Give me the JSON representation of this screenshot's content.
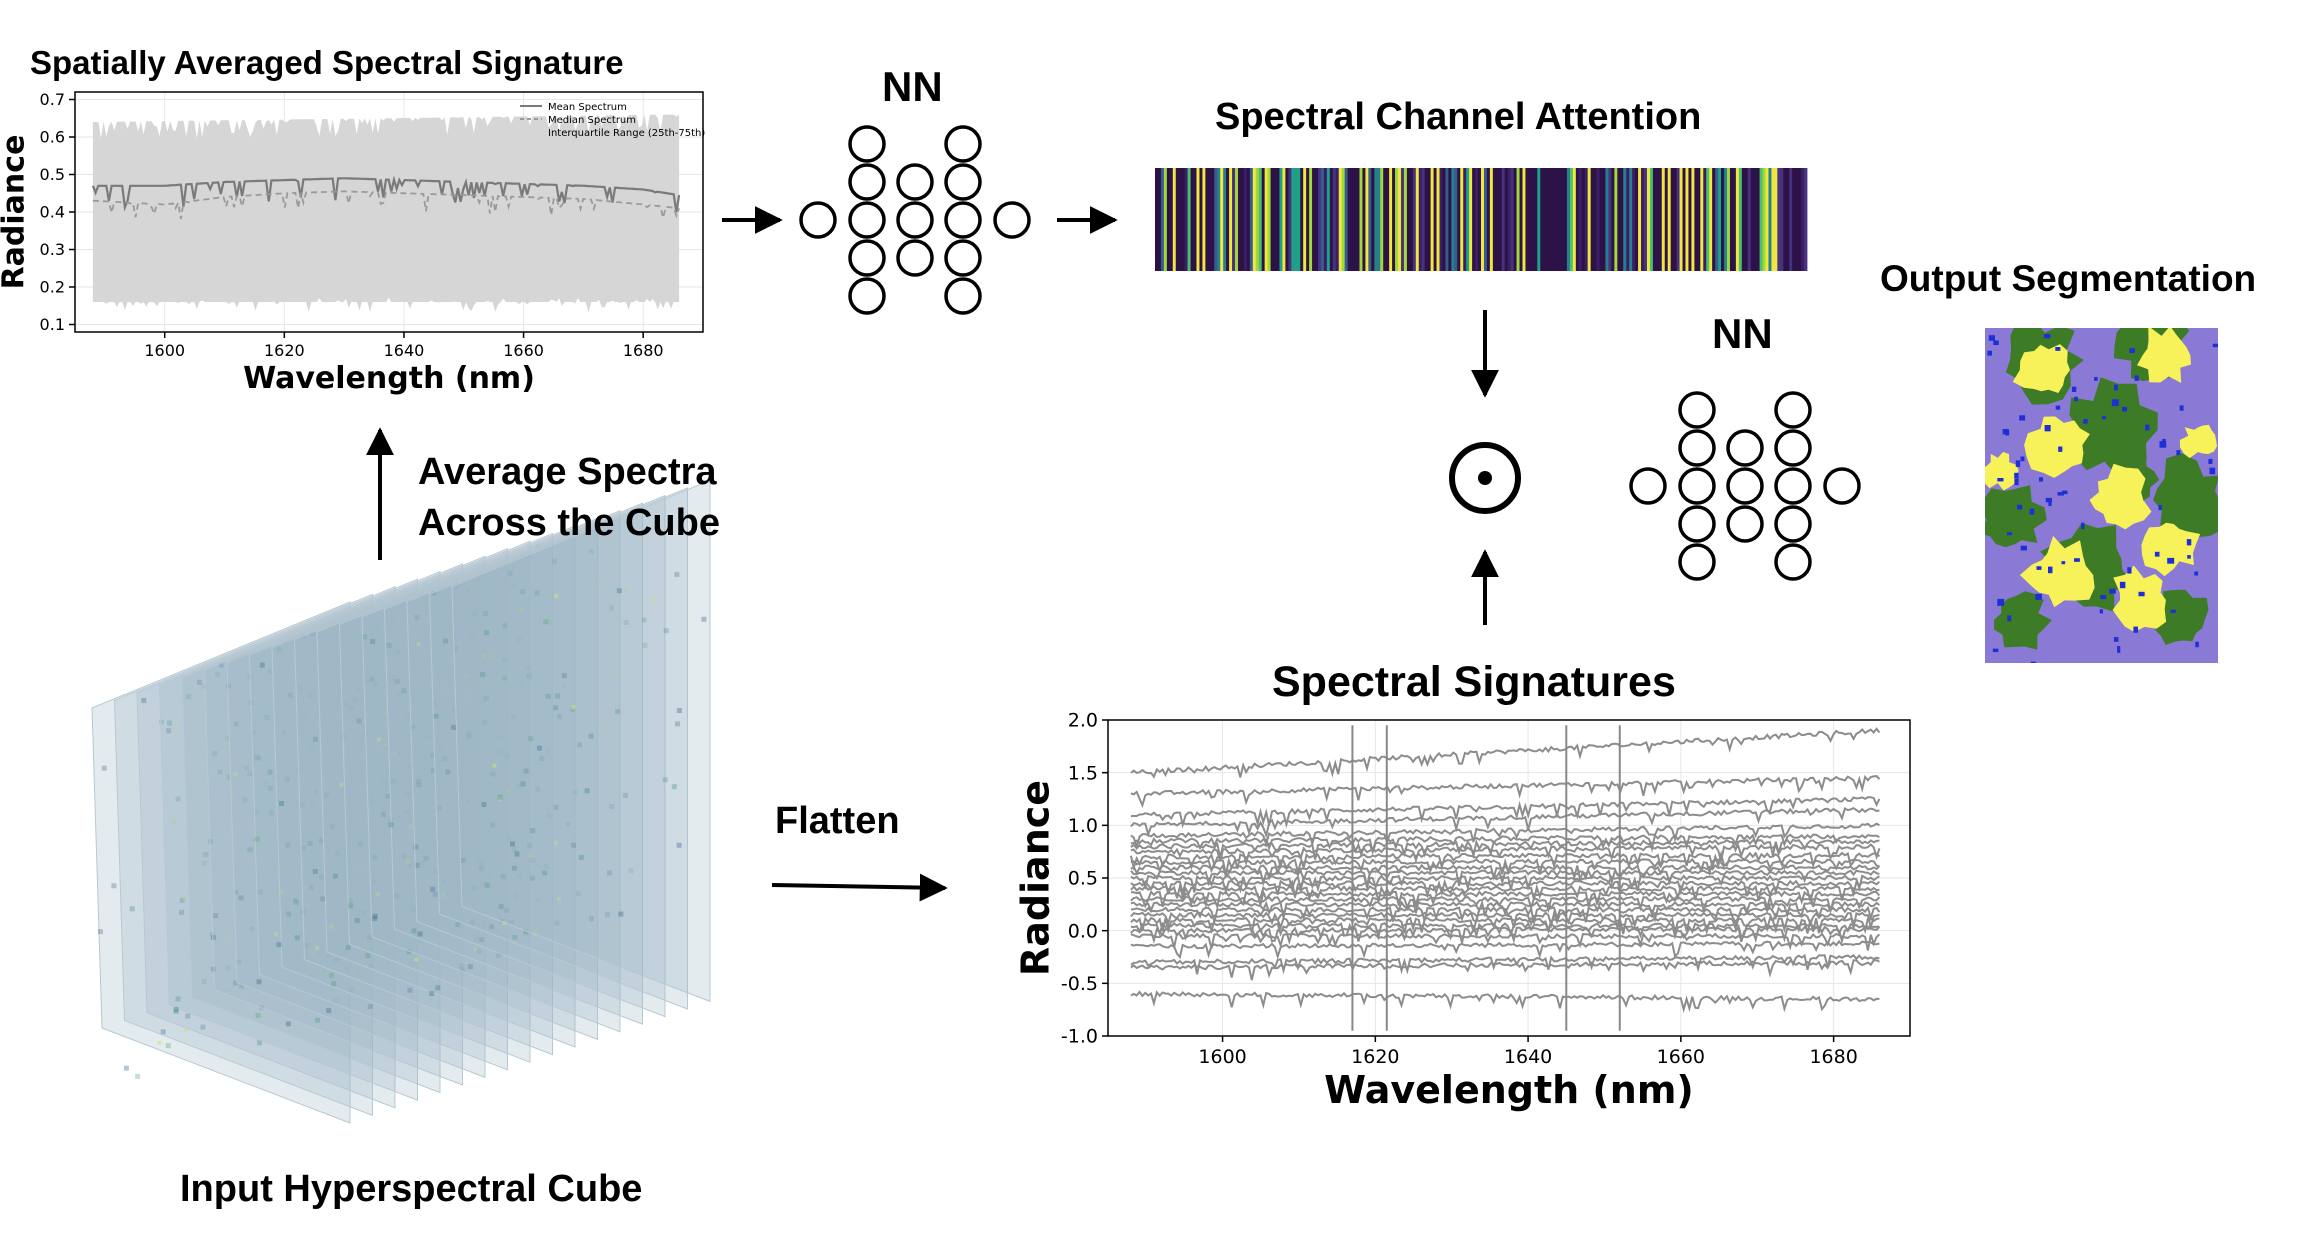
{
  "labels": {
    "top_chart_title": "Spatially Averaged Spectral Signature",
    "nn_top": "NN",
    "attention_title": "Spectral Channel Attention",
    "output_title": "Output Segmentation",
    "nn_bottom": "NN",
    "average_line1": "Average Spectra",
    "average_line2": "Across the Cube",
    "flatten": "Flatten",
    "signatures_title": "Spectral Signatures",
    "cube_title": "Input Hyperspectral Cube",
    "operator_symbol": "⊙"
  },
  "colors": {
    "gray_line": "#8c8c8c",
    "iqr_fill": "#d6d6d6",
    "attention_dark": "#2d1248",
    "attention_yellow": "#f2e640",
    "segmentation_purple": "#8a7ad6",
    "segmentation_yellow": "#f7f25a",
    "segmentation_green": "#3d7b26",
    "segmentation_blue": "#1e2fd6"
  },
  "chart_data": [
    {
      "type": "area",
      "title": "Spatially Averaged Spectral Signature",
      "xlabel": "Wavelength (nm)",
      "ylabel": "Radiance",
      "xlim": [
        1585,
        1690
      ],
      "ylim": [
        0.08,
        0.72
      ],
      "x_ticks": [
        1600,
        1620,
        1640,
        1660,
        1680
      ],
      "y_ticks": [
        0.1,
        0.2,
        0.3,
        0.4,
        0.5,
        0.6,
        0.7
      ],
      "grid": true,
      "legend_position": "top-right",
      "legend": [
        "Mean Spectrum",
        "Median Spectrum",
        "Interquartile Range (25th-75th)"
      ],
      "series": [
        {
          "name": "Mean Spectrum",
          "x": [
            1588,
            1600,
            1610,
            1620,
            1630,
            1640,
            1650,
            1660,
            1670,
            1680,
            1686
          ],
          "values": [
            0.47,
            0.47,
            0.48,
            0.485,
            0.49,
            0.485,
            0.48,
            0.475,
            0.47,
            0.46,
            0.445
          ]
        },
        {
          "name": "Median Spectrum",
          "x": [
            1588,
            1600,
            1610,
            1620,
            1630,
            1640,
            1650,
            1660,
            1670,
            1680,
            1686
          ],
          "values": [
            0.43,
            0.42,
            0.44,
            0.45,
            0.455,
            0.45,
            0.445,
            0.44,
            0.435,
            0.42,
            0.41
          ]
        },
        {
          "name": "Interquartile Range (25th-75th)",
          "x": [
            1588,
            1686
          ],
          "upper": [
            0.64,
            0.66
          ],
          "lower": [
            0.16,
            0.16
          ]
        }
      ]
    },
    {
      "type": "line",
      "title": "Spectral Signatures",
      "xlabel": "Wavelength (nm)",
      "ylabel": "Radiance",
      "xlim": [
        1585,
        1690
      ],
      "ylim": [
        -1.0,
        2.0
      ],
      "x_ticks": [
        1600,
        1620,
        1640,
        1660,
        1680
      ],
      "y_ticks": [
        -1.0,
        -0.5,
        0.0,
        0.5,
        1.0,
        1.5,
        2.0
      ],
      "grid": true,
      "x": [
        1588,
        1686
      ],
      "series": [
        {
          "start": 1.5,
          "end": 1.9
        },
        {
          "start": 1.3,
          "end": 1.45
        },
        {
          "start": 1.1,
          "end": 1.25
        },
        {
          "start": 1.0,
          "end": 1.15
        },
        {
          "start": 0.9,
          "end": 1.0
        },
        {
          "start": 0.85,
          "end": 0.9
        },
        {
          "start": 0.8,
          "end": 0.85
        },
        {
          "start": 0.75,
          "end": 0.8
        },
        {
          "start": 0.7,
          "end": 0.72
        },
        {
          "start": 0.65,
          "end": 0.66
        },
        {
          "start": 0.6,
          "end": 0.6
        },
        {
          "start": 0.55,
          "end": 0.55
        },
        {
          "start": 0.5,
          "end": 0.5
        },
        {
          "start": 0.45,
          "end": 0.45
        },
        {
          "start": 0.4,
          "end": 0.4
        },
        {
          "start": 0.35,
          "end": 0.35
        },
        {
          "start": 0.3,
          "end": 0.3
        },
        {
          "start": 0.25,
          "end": 0.25
        },
        {
          "start": 0.2,
          "end": 0.2
        },
        {
          "start": 0.15,
          "end": 0.15
        },
        {
          "start": 0.1,
          "end": 0.1
        },
        {
          "start": 0.05,
          "end": 0.05
        },
        {
          "start": 0.0,
          "end": 0.02
        },
        {
          "start": -0.05,
          "end": -0.05
        },
        {
          "start": -0.15,
          "end": -0.12
        },
        {
          "start": -0.3,
          "end": -0.25
        },
        {
          "start": -0.35,
          "end": -0.3
        },
        {
          "start": -0.6,
          "end": -0.65
        }
      ]
    },
    {
      "type": "heatmap",
      "title": "Spectral Channel Attention",
      "channels": 220
    }
  ]
}
